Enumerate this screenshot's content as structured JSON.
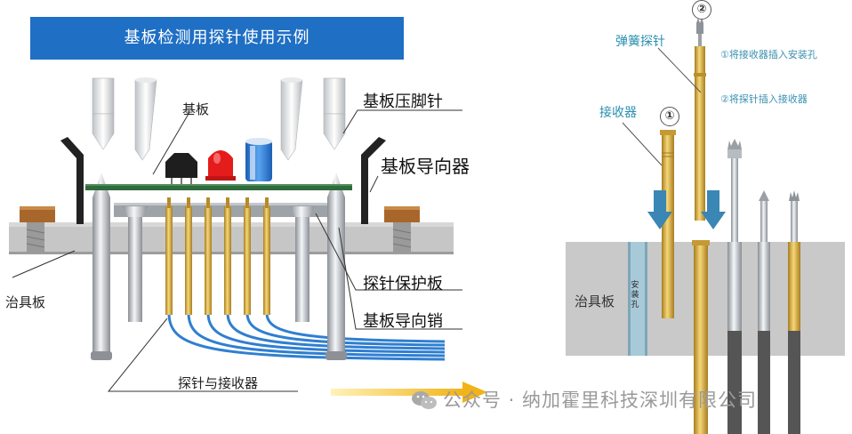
{
  "title": "基板检测用探针使用示例",
  "labels": {
    "substrate": "基板",
    "hold_pin": "基板压脚针",
    "guide": "基板导向器",
    "fixture_left": "治具板",
    "protect_plate": "探针保护板",
    "guide_pin": "基板导向销",
    "probe_receiver": "探针与接收器",
    "spring_probe": "弹簧探针",
    "receiver": "接收器",
    "fixture_right": "治具板",
    "mount_hole": "安装孔"
  },
  "steps": {
    "step1_num": "①",
    "step2_num": "②",
    "step1_text": "①将接收器插入安装孔",
    "step2_text": "②将探针插入接收器"
  },
  "watermark": "公众号 · 纳加霍里科技深圳有限公司",
  "colors": {
    "banner": "#1f6fc4",
    "gold": "#d6a93a",
    "blue_wire": "#2f7fd0",
    "arrow_blue": "#3a86b4",
    "arrow_yellow": "#f2b318",
    "fixture": "#b8b8b8",
    "pcb_green": "#2f6b3c"
  },
  "icons": [
    "wechat-icon",
    "down-arrow-icon",
    "right-arrow-icon"
  ]
}
